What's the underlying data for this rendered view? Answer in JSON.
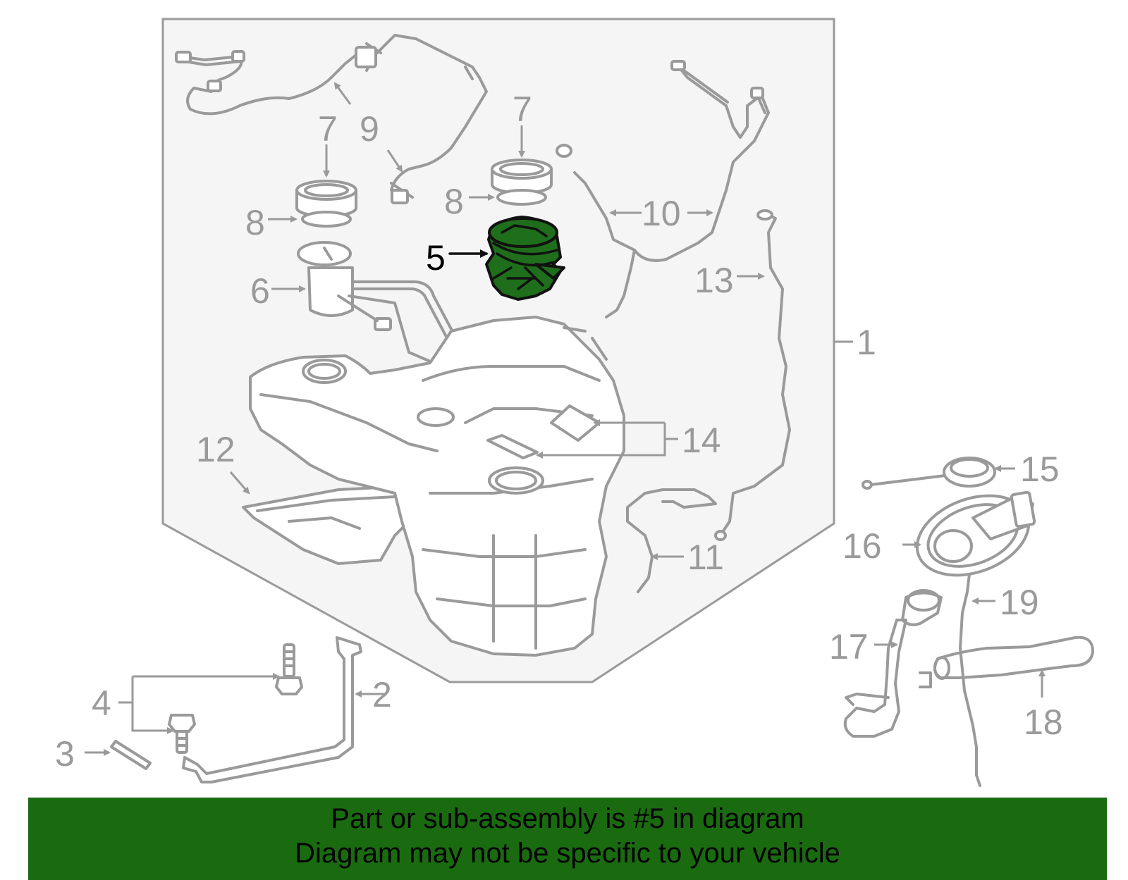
{
  "diagram": {
    "callouts": [
      {
        "id": "1",
        "label": "1"
      },
      {
        "id": "2",
        "label": "2"
      },
      {
        "id": "3",
        "label": "3"
      },
      {
        "id": "4",
        "label": "4"
      },
      {
        "id": "5",
        "label": "5"
      },
      {
        "id": "6",
        "label": "6"
      },
      {
        "id": "7a",
        "label": "7"
      },
      {
        "id": "7b",
        "label": "7"
      },
      {
        "id": "8a",
        "label": "8"
      },
      {
        "id": "8b",
        "label": "8"
      },
      {
        "id": "9",
        "label": "9"
      },
      {
        "id": "10",
        "label": "10"
      },
      {
        "id": "11",
        "label": "11"
      },
      {
        "id": "12",
        "label": "12"
      },
      {
        "id": "13",
        "label": "13"
      },
      {
        "id": "14",
        "label": "14"
      },
      {
        "id": "15",
        "label": "15"
      },
      {
        "id": "16",
        "label": "16"
      },
      {
        "id": "17",
        "label": "17"
      },
      {
        "id": "18",
        "label": "18"
      },
      {
        "id": "19",
        "label": "19"
      }
    ],
    "highlighted_part": "5",
    "highlight_color": "#1f6e1b",
    "part_color": "#9a9a9a",
    "panel_color": "#f5f5f5"
  },
  "footer": {
    "line1": "Part or sub-assembly is #5 in diagram",
    "line2": "Diagram may not be specific to your vehicle",
    "background": "#1a6b10"
  }
}
